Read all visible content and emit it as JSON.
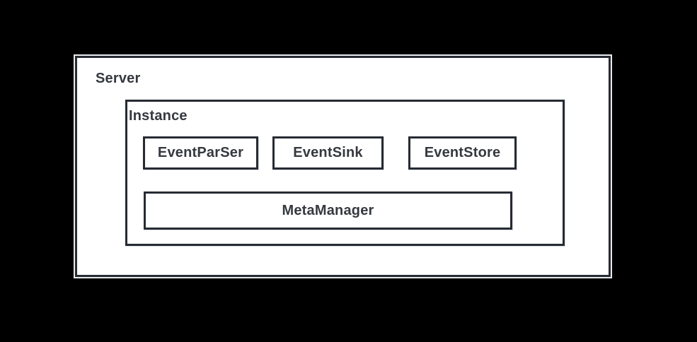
{
  "diagram": {
    "server": {
      "label": "Server"
    },
    "instance": {
      "label": "Instance"
    },
    "components": [
      {
        "label": "EventParSer"
      },
      {
        "label": "EventSink"
      },
      {
        "label": "EventStore"
      }
    ],
    "manager": {
      "label": "MetaManager"
    },
    "colors": {
      "background": "#000000",
      "surface": "#ffffff",
      "border": "#262b33",
      "text": "#35393f",
      "outer_outline": "#e9ebef"
    }
  }
}
